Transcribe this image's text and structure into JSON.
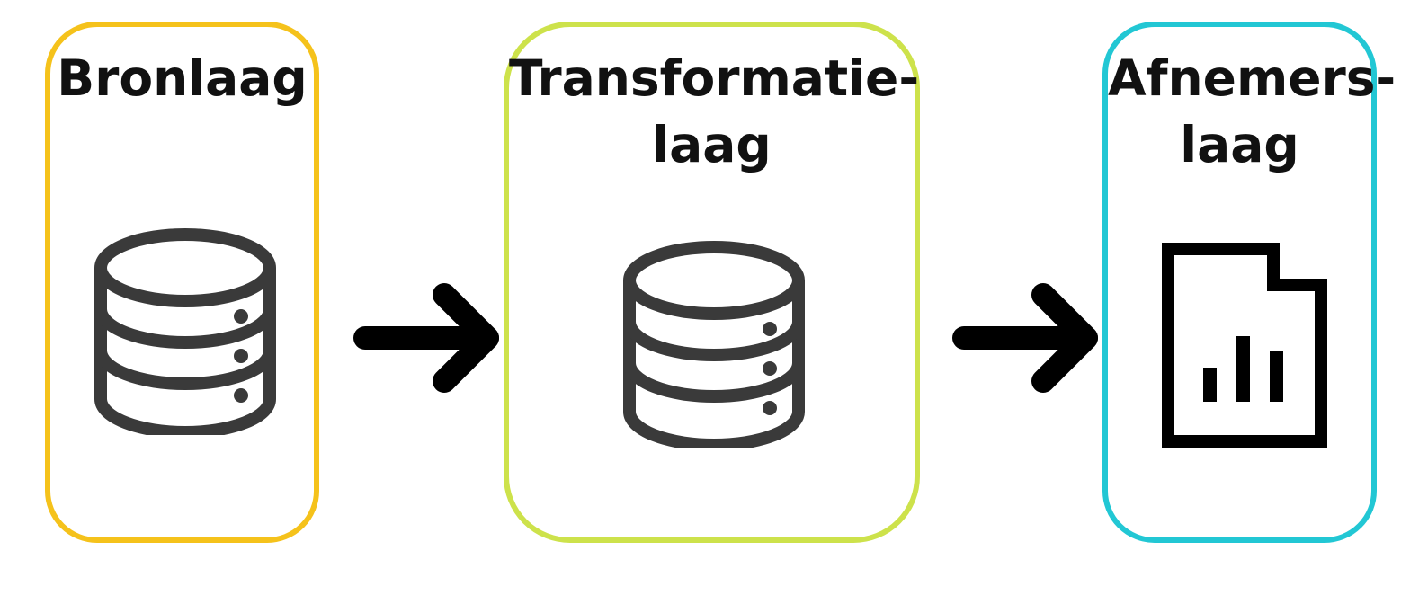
{
  "layers": [
    {
      "title_lines": [
        "Bronlaag"
      ],
      "border_color": "#f5c21b",
      "icon": "database-icon"
    },
    {
      "title_lines": [
        "Transformatie-",
        "laag"
      ],
      "border_color": "#cde24b",
      "icon": "database-icon"
    },
    {
      "title_lines": [
        "Afnemers-",
        "laag"
      ],
      "border_color": "#22c7d4",
      "icon": "report-chart-document-icon"
    }
  ],
  "connectors": [
    {
      "from": "Bronlaag",
      "to": "Transformatie-laag",
      "icon": "arrow-right-icon"
    },
    {
      "from": "Transformatie-laag",
      "to": "Afnemers-laag",
      "icon": "arrow-right-icon"
    }
  ],
  "colors": {
    "icon": "#3a3a3a",
    "arrow": "#000000",
    "text": "#111111"
  }
}
